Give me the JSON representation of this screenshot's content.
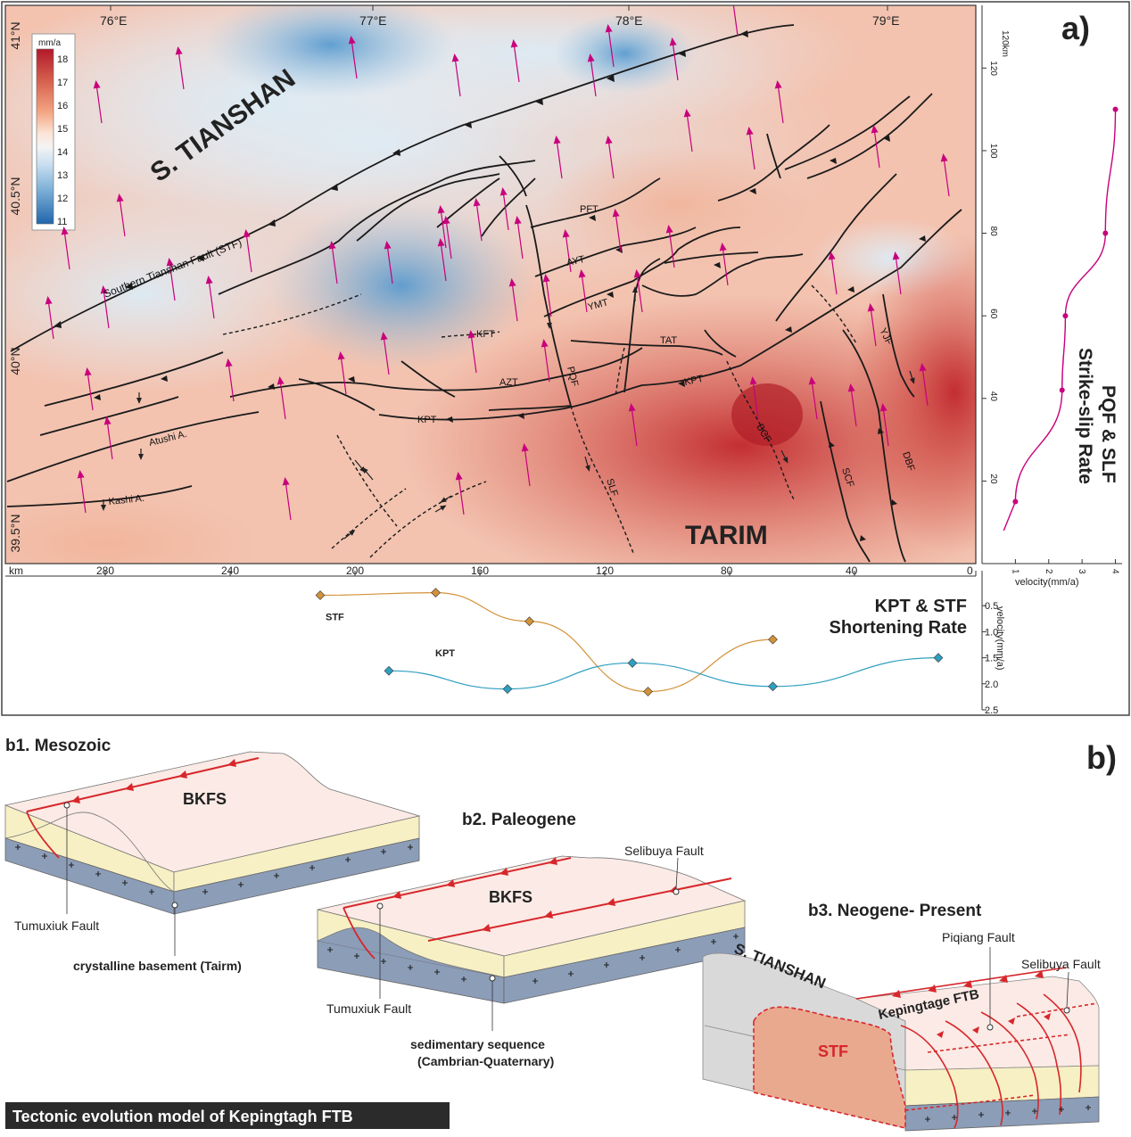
{
  "panel_a": {
    "tag": "a)",
    "lon_ticks": [
      "76°E",
      "77°E",
      "78°E",
      "79°E"
    ],
    "lat_ticks": [
      "41°N",
      "40.5°N",
      "40°N",
      "39.5°N"
    ],
    "colorbar": {
      "unit": "mm/a",
      "ticks": [
        "18",
        "17",
        "16",
        "15",
        "14",
        "13",
        "12",
        "11"
      ],
      "colors": [
        "#b2182b",
        "#d6604d",
        "#f4a582",
        "#fddbc7",
        "#f7f7f7",
        "#d1e5f0",
        "#92c5de",
        "#4393c3",
        "#2166ac"
      ]
    },
    "regions": {
      "north": "S. TIANSHAN",
      "south": "TARIM"
    },
    "fault_labels": {
      "stf": "Southern Tianshan Fault (STF)",
      "pft": "PFT",
      "ayt": "AYT",
      "ymt": "YMT",
      "kft": "KFT",
      "azt": "AZT",
      "pqf": "PQF",
      "tat": "TAT",
      "kpt_east": "KPT",
      "kpt_west": "KPT",
      "yjf": "YJF",
      "bcf": "BCF",
      "slf": "SLF",
      "scf": "SCF",
      "dbf": "DBF",
      "atushi": "Atushi A.",
      "kashi": "Kashi A."
    },
    "vector_color": "#c8007c",
    "bottom_axis": {
      "unit": "km",
      "ticks": [
        "280",
        "240",
        "200",
        "160",
        "120",
        "80",
        "40",
        "0"
      ]
    }
  },
  "right_plot": {
    "title_line1": "PQF & SLF",
    "title_line2": "Strike-slip Rate",
    "unit_label": "120km",
    "y_ticks": [
      "20",
      "40",
      "60",
      "80",
      "100",
      "120"
    ],
    "x_ticks": [
      "1",
      "2",
      "3",
      "4"
    ],
    "x_label": "velocity(mm/a)",
    "color": "#c8007c",
    "chart_data": {
      "type": "line",
      "xlabel": "velocity(mm/a)",
      "x": [
        1.0,
        2.4,
        2.5,
        3.7,
        4.0
      ],
      "y": [
        15,
        42,
        60,
        80,
        110
      ],
      "xlim": [
        0,
        4.2
      ],
      "ylim": [
        0,
        130
      ]
    }
  },
  "bottom_plot": {
    "title_line1": "KPT & STF",
    "title_line2": "Shortening Rate",
    "y_label": "velocity(mm/a)",
    "y_ticks": [
      "0.5",
      "1.0",
      "1.5",
      "2.0",
      "2.5"
    ],
    "chart_data": {
      "type": "line",
      "ylabel": "velocity(mm/a)",
      "ylim": [
        0,
        2.5
      ],
      "series": [
        {
          "name": "STF",
          "color": "#d3923a",
          "x": [
            210,
            173,
            143,
            105,
            65
          ],
          "y": [
            0.3,
            0.25,
            0.8,
            2.15,
            1.15
          ]
        },
        {
          "name": "KPT",
          "color": "#2f9fc0",
          "x": [
            188,
            150,
            110,
            65,
            12
          ],
          "y": [
            1.75,
            2.1,
            1.6,
            2.05,
            1.5
          ]
        }
      ]
    }
  },
  "panel_b": {
    "tag": "b)",
    "b1_title": "b1. Mesozoic",
    "b2_title": "b2. Paleogene",
    "b3_title": "b3. Neogene- Present",
    "bkfs": "BKFS",
    "tumuxiuk": "Tumuxiuk Fault",
    "crystalline": "crystalline basement (Tairm)",
    "selibuya": "Selibuya Fault",
    "sedimentary_1": "sedimentary sequence",
    "sedimentary_2": "(Cambrian-Quaternary)",
    "piqiang": "Piqiang Fault",
    "s_tianshan": "S. TIANSHAN",
    "kepingtage": "Kepingtage FTB",
    "stf": "STF",
    "footer": "Tectonic evolution model of Kepingtagh FTB",
    "colors": {
      "top": "#fbeae5",
      "sediment": "#f7f0c4",
      "basement": "#8c9db8",
      "fault": "#d7262b",
      "tianshan": "#d9d9d9",
      "stf_fill": "#e9a98f"
    }
  }
}
